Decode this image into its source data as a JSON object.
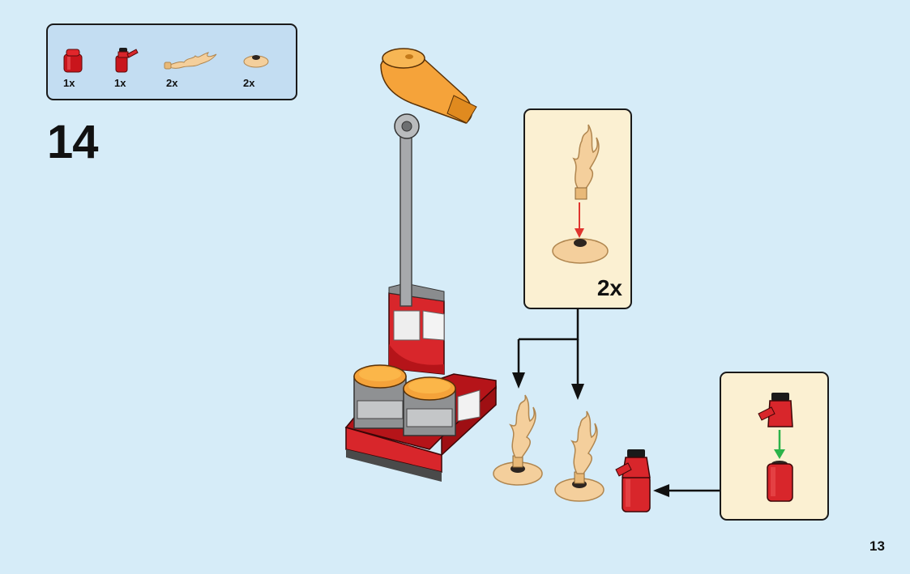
{
  "parts_list": [
    {
      "icon": "round-brick-red-icon",
      "qty": "1x"
    },
    {
      "icon": "fire-extinguisher-head-red-icon",
      "qty": "1x"
    },
    {
      "icon": "flame-tan-icon",
      "qty": "2x"
    },
    {
      "icon": "round-plate-tan-icon",
      "qty": "2x"
    }
  ],
  "step_number": "14",
  "callout_flames": {
    "qty": "2x"
  },
  "page_number": "13",
  "colors": {
    "background": "#d6ecf8",
    "parts_box": "#c3ddf2",
    "callout_bg": "#fbf0d2",
    "brick_red": "#d8262b",
    "orange": "#f5a33a",
    "tan_transparent": "#f4cf9c",
    "grey": "#a7a9ac",
    "arrow_red": "#e0352f",
    "arrow_green": "#2bb34a"
  }
}
